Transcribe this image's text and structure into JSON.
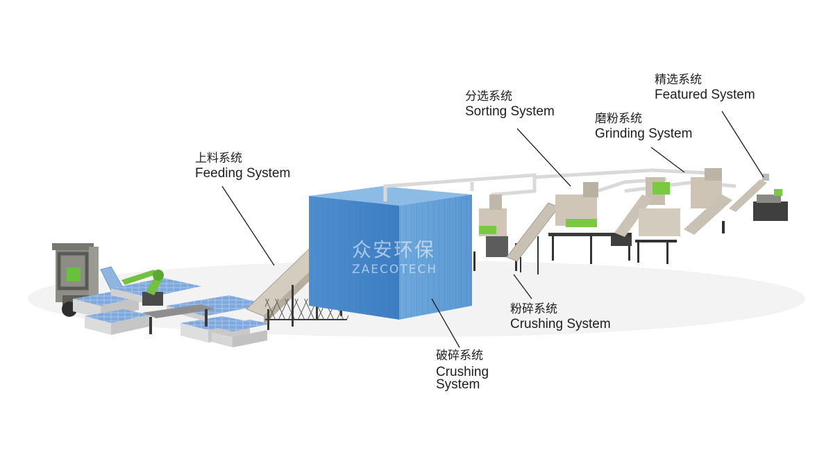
{
  "labels": {
    "feeding": {
      "cn": "上料系统",
      "en": "Feeding System"
    },
    "crushing1": {
      "cn": "破碎系统",
      "en1": "Crushing",
      "en2": "System"
    },
    "crushing2": {
      "cn": "粉碎系统",
      "en": "Crushing System"
    },
    "sorting": {
      "cn": "分选系统",
      "en": "Sorting System"
    },
    "grinding": {
      "cn": "磨粉系统",
      "en": "Grinding System"
    },
    "featured": {
      "cn": "精选系统",
      "en": "Featured System"
    }
  },
  "watermark": {
    "cn": "众安环保",
    "en": "ZAECOTECH"
  },
  "colors": {
    "enclosure": "#5f9fd6",
    "machine_green": "#7ac943",
    "steel": "#c9c2b6",
    "frame": "#3a3a3a",
    "panel_blue": "#8fb6e0",
    "forklift": "#8a8a84"
  }
}
